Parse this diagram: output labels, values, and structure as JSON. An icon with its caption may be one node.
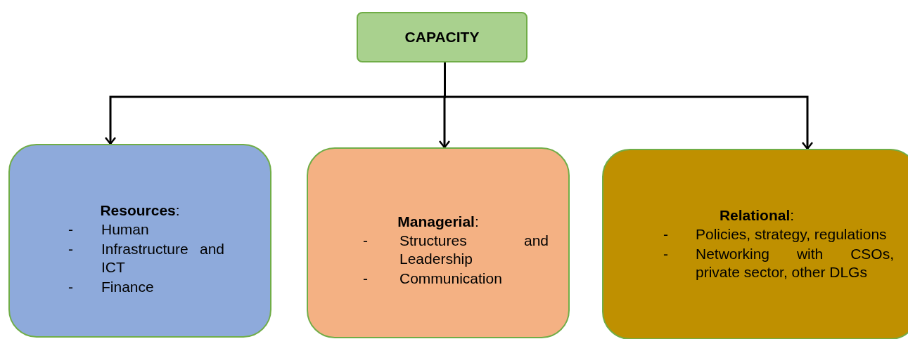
{
  "diagram": {
    "nodes": [
      {
        "text": [
          "CAPACITY"
        ]
      },
      {
        "text": [
          "**Resources**:",
          "-",
          "Human",
          "-",
          "Infrastructure and ICT",
          "-",
          "Finance"
        ]
      },
      {
        "text": [
          "**Managerial**:",
          "-",
          "Structures and Leadership",
          "-",
          "Communication"
        ]
      },
      {
        "text": [
          "**Relational**:",
          "-",
          "Policies, strategy, regulations",
          "-",
          "Networking with CSOs, private sector, other DLGs"
        ]
      }
    ],
    "edges": [
      {
        "from": 0,
        "to": 1,
        "arrow": "to"
      },
      {
        "from": 0,
        "to": 2,
        "arrow": "to"
      },
      {
        "from": 0,
        "to": 3,
        "arrow": "to"
      }
    ]
  }
}
